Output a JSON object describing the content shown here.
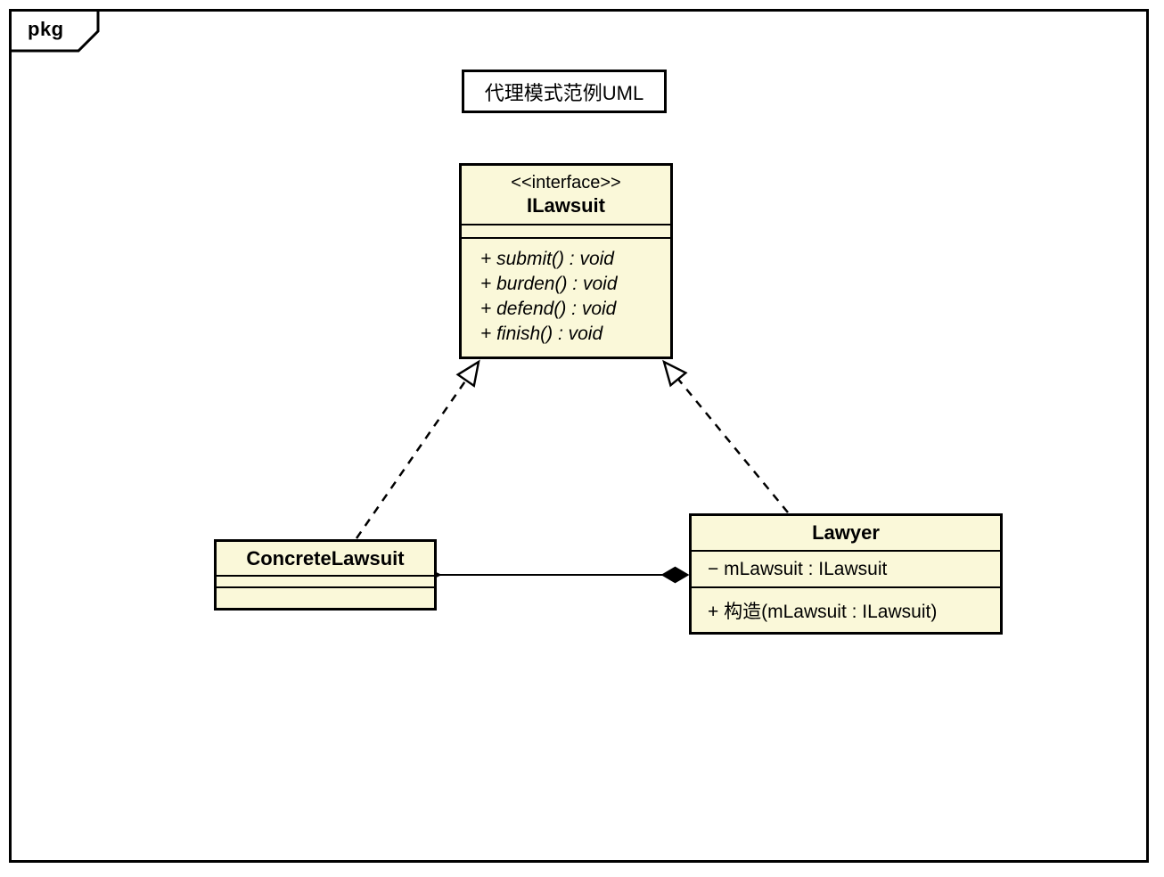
{
  "package": {
    "tag": "pkg"
  },
  "diagram_title": "代理模式范例UML",
  "colors": {
    "node_fill": "#faf8d9",
    "node_border": "#000000",
    "line_color": "#000000",
    "background": "#ffffff"
  },
  "nodes": {
    "ilawsuit": {
      "stereotype": "<<interface>>",
      "name": "ILawsuit",
      "methods": [
        "+ submit() : void",
        "+ burden() : void",
        "+ defend() : void",
        "+ finish() : void"
      ]
    },
    "concrete_lawsuit": {
      "name": "ConcreteLawsuit"
    },
    "lawyer": {
      "name": "Lawyer",
      "attributes": [
        "− mLawsuit : ILawsuit"
      ],
      "methods": [
        "+ 构造(mLawsuit : ILawsuit)"
      ]
    }
  },
  "relations": [
    {
      "type": "realization",
      "from": "ConcreteLawsuit",
      "to": "ILawsuit",
      "line": "dashed",
      "arrowhead": "hollow-triangle"
    },
    {
      "type": "realization",
      "from": "Lawyer",
      "to": "ILawsuit",
      "line": "dashed",
      "arrowhead": "hollow-triangle"
    },
    {
      "type": "composition",
      "from": "Lawyer",
      "to": "ConcreteLawsuit",
      "line": "solid",
      "arrowhead": "open-arrow",
      "tail": "filled-diamond"
    }
  ]
}
